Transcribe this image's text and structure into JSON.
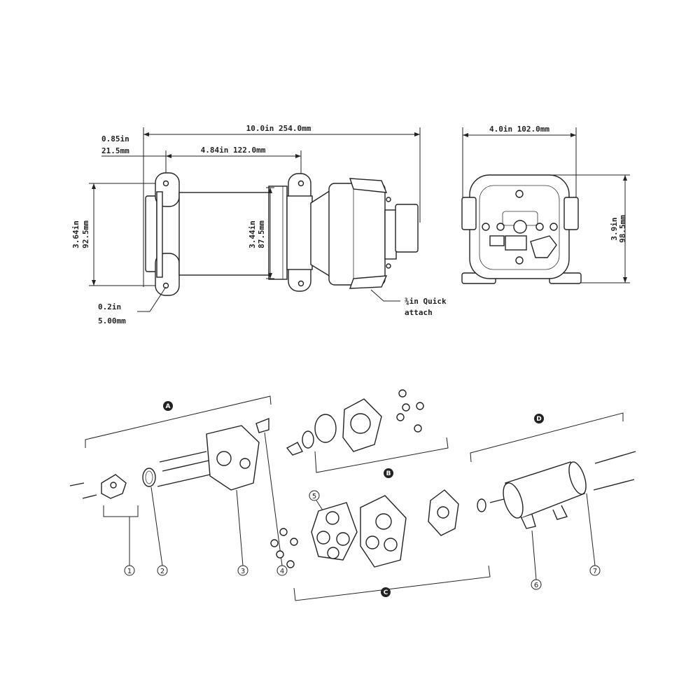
{
  "side_view": {
    "overall_length": "10.0in 254.0mm",
    "offset_in": "0.85in",
    "offset_mm": "21.5mm",
    "mount_spacing": "4.84in 122.0mm",
    "mount_height_in": "3.64in",
    "mount_height_mm": "92.5mm",
    "body_height_in": "3.44in",
    "body_height_mm": "87.5mm",
    "hole_in": "0.2in",
    "hole_mm": "5.00mm",
    "port_line1": "¾in Quick",
    "port_line2": "attach"
  },
  "front_view": {
    "width": "4.0in 102.0mm",
    "height_in": "3.9in",
    "height_mm": "98.5mm"
  },
  "exploded_view": {
    "groups": [
      "A",
      "B",
      "C",
      "D"
    ],
    "parts": [
      "1",
      "2",
      "3",
      "4",
      "5",
      "6",
      "7"
    ]
  }
}
